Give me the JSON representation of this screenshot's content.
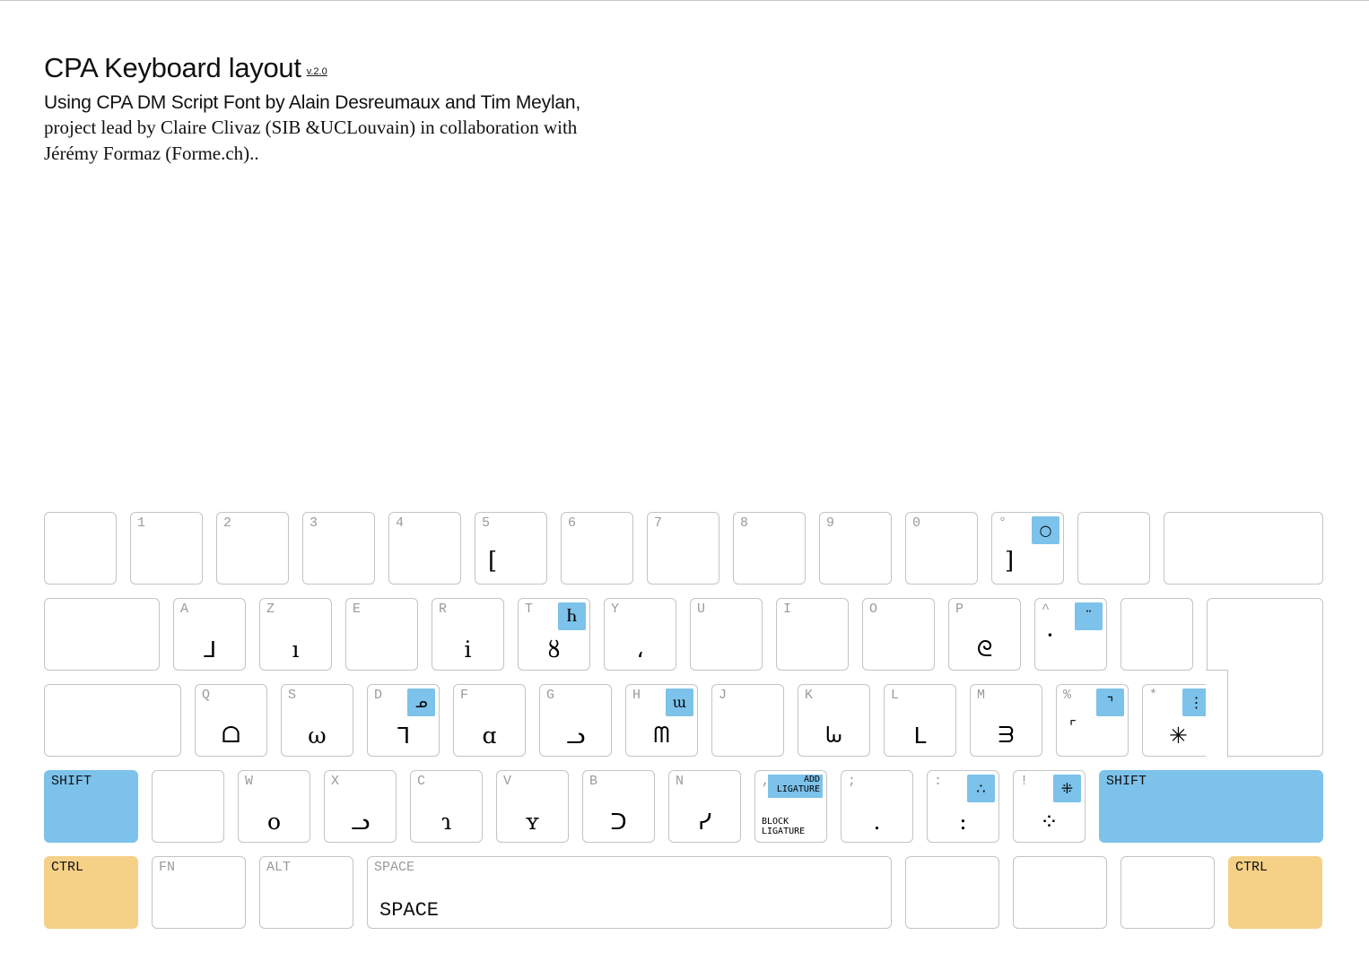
{
  "header": {
    "title": "CPA Keyboard layout",
    "version": "v.2.0",
    "line1": "Using CPA DM Script Font by Alain Desreumaux and Tim Meylan,",
    "line2": "project lead by Claire Clivaz (SIB &UCLouvain) in collaboration with",
    "line3": "Jérémy Formaz (Forme.ch).."
  },
  "colors": {
    "modifier_shift": "#7cc2ea",
    "modifier_ctrl": "#f5d087",
    "alt_glyph_bg": "#7cc2ea",
    "key_border": "#c4c4c4"
  },
  "keyboard": {
    "row1": [
      {
        "label": "",
        "glyph": "",
        "alt": ""
      },
      {
        "label": "1",
        "glyph": "",
        "alt": ""
      },
      {
        "label": "2",
        "glyph": "",
        "alt": ""
      },
      {
        "label": "3",
        "glyph": "",
        "alt": ""
      },
      {
        "label": "4",
        "glyph": "",
        "alt": ""
      },
      {
        "label": "5",
        "glyph": "[",
        "alt": ""
      },
      {
        "label": "6",
        "glyph": "",
        "alt": ""
      },
      {
        "label": "7",
        "glyph": "",
        "alt": ""
      },
      {
        "label": "8",
        "glyph": "",
        "alt": ""
      },
      {
        "label": "9",
        "glyph": "",
        "alt": ""
      },
      {
        "label": "0",
        "glyph": "",
        "alt": ""
      },
      {
        "label": "°",
        "glyph": "]",
        "alt": "○"
      },
      {
        "label": "",
        "glyph": "",
        "alt": ""
      },
      {
        "label": "",
        "glyph": "",
        "alt": ""
      }
    ],
    "row2": [
      {
        "label": "",
        "glyph": "",
        "alt": ""
      },
      {
        "label": "A",
        "glyph": "ᒧ",
        "alt": ""
      },
      {
        "label": "Z",
        "glyph": "ı",
        "alt": ""
      },
      {
        "label": "E",
        "glyph": "",
        "alt": ""
      },
      {
        "label": "R",
        "glyph": "i",
        "alt": ""
      },
      {
        "label": "T",
        "glyph": "ȣ",
        "alt": "Ⴙ"
      },
      {
        "label": "Y",
        "glyph": "،",
        "alt": ""
      },
      {
        "label": "U",
        "glyph": "",
        "alt": ""
      },
      {
        "label": "I",
        "glyph": "",
        "alt": ""
      },
      {
        "label": "O",
        "glyph": "",
        "alt": ""
      },
      {
        "label": "P",
        "glyph": "ᘓ",
        "alt": ""
      },
      {
        "label": "^",
        "glyph": "·",
        "alt": "¨"
      },
      {
        "label": "",
        "glyph": "",
        "alt": ""
      }
    ],
    "row3": [
      {
        "label": "",
        "glyph": "",
        "alt": ""
      },
      {
        "label": "Q",
        "glyph": "ᗝ",
        "alt": ""
      },
      {
        "label": "S",
        "glyph": "ω",
        "alt": ""
      },
      {
        "label": "D",
        "glyph": "ᒣ",
        "alt": "ᓄ"
      },
      {
        "label": "F",
        "glyph": "ɑ",
        "alt": ""
      },
      {
        "label": "G",
        "glyph": "ᓗ",
        "alt": ""
      },
      {
        "label": "H",
        "glyph": "ᗰ",
        "alt": "ɯ"
      },
      {
        "label": "J",
        "glyph": "",
        "alt": ""
      },
      {
        "label": "K",
        "glyph": "ᘈ",
        "alt": ""
      },
      {
        "label": "L",
        "glyph": "ᒪ",
        "alt": ""
      },
      {
        "label": "M",
        "glyph": "ᗱ",
        "alt": ""
      },
      {
        "label": "%",
        "glyph": "⌜",
        "alt": "⌝"
      },
      {
        "label": "*",
        "glyph": "✳",
        "alt": "⋮"
      }
    ],
    "row4": [
      {
        "label": "SHIFT",
        "glyph": "",
        "alt": ""
      },
      {
        "label": "",
        "glyph": "",
        "alt": ""
      },
      {
        "label": "W",
        "glyph": "ο",
        "alt": ""
      },
      {
        "label": "X",
        "glyph": "ᓗ",
        "alt": ""
      },
      {
        "label": "C",
        "glyph": "ɿ",
        "alt": ""
      },
      {
        "label": "V",
        "glyph": "ʏ",
        "alt": ""
      },
      {
        "label": "B",
        "glyph": "ᑐ",
        "alt": ""
      },
      {
        "label": "N",
        "glyph": "ᓯ",
        "alt": ""
      },
      {
        "label": ",",
        "glyph": "",
        "alt": "",
        "add_ligature": "ADD LIGATURE",
        "block_ligature": "BLOCK LIGATURE"
      },
      {
        "label": ";",
        "glyph": ".",
        "alt": ""
      },
      {
        "label": ":",
        "glyph": ":",
        "alt": "∴"
      },
      {
        "label": "!",
        "glyph": "⁘",
        "alt": "⁜"
      },
      {
        "label": "SHIFT",
        "glyph": "",
        "alt": ""
      }
    ],
    "row5": [
      {
        "label": "CTRL",
        "glyph": "",
        "alt": ""
      },
      {
        "label": "FN",
        "glyph": "",
        "alt": ""
      },
      {
        "label": "ALT",
        "glyph": "",
        "alt": ""
      },
      {
        "label": "SPACE",
        "glyph": "SPACE",
        "alt": ""
      },
      {
        "label": "",
        "glyph": "",
        "alt": ""
      },
      {
        "label": "",
        "glyph": "",
        "alt": ""
      },
      {
        "label": "",
        "glyph": "",
        "alt": ""
      },
      {
        "label": "CTRL",
        "glyph": "",
        "alt": ""
      }
    ]
  }
}
